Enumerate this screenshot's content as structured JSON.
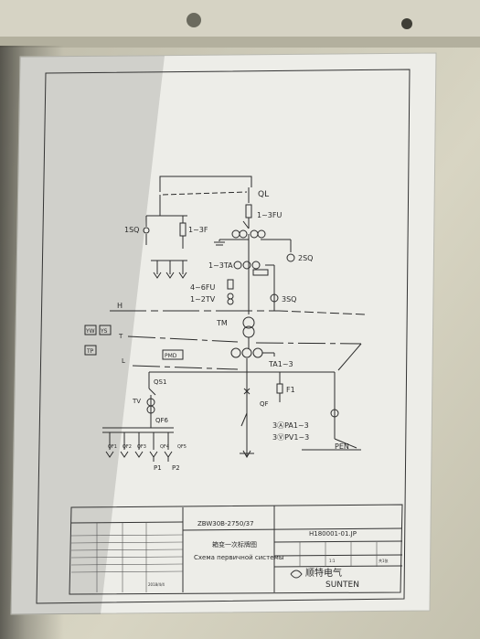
{
  "labels": {
    "ql": "QL",
    "fu1": "1~3FU",
    "sq1": "1SQ",
    "f3": "1~3F",
    "sq2": "2SQ",
    "ta1": "1~3TA",
    "fu4": "4~6FU",
    "tv": "1~2TV",
    "sq3": "3SQ",
    "h": "H",
    "tm": "TM",
    "yw": "YW",
    "ys": "YS",
    "t": "T",
    "tp": "TP",
    "l": "L",
    "pmd": "PMD",
    "ta2": "TA1~3",
    "qs1": "QS1",
    "f1": "F1",
    "tv2": "TV",
    "qf": "QF",
    "qf6": "QF6",
    "pa": "3ⒶPA1~3",
    "pv": "3ⓋPV1~3",
    "pen": "PEN",
    "qf1": "QF1",
    "qf2": "QF2",
    "qf3": "QF3",
    "qf4": "QF4",
    "qf5": "QF5",
    "p1": "P1",
    "p2": "P2"
  },
  "title_block": {
    "model": "ZBW30B-2750/37",
    "title_cn": "箱变一次标牌图",
    "title_ru": "Схема первичной системы",
    "drawing_no": "H180001-01.JP",
    "scale": "1:1",
    "sheet": "共1张",
    "brand_cn": "顺特电气",
    "brand_en": "SUNTEN",
    "date": "2018/4/4"
  },
  "colors": {
    "paper": "#eeeeea",
    "wall": "#cfccb9",
    "ink": "#2b2b2b"
  }
}
